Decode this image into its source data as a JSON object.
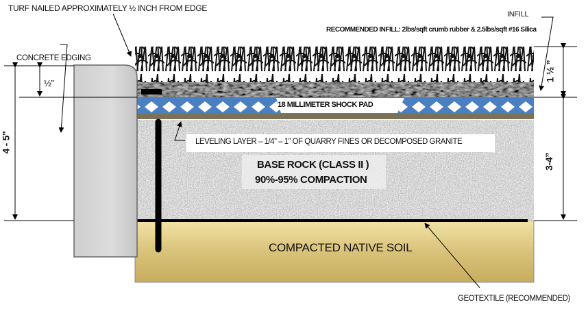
{
  "labels": {
    "turf_nailed": "TURF NAILED APPROXIMATELY ½ INCH FROM EDGE",
    "infill": "INFILL",
    "recommended_infill": "RECOMMENDED INFILL:  2lbs/sqft crumb rubber & 2.5lbs/sqft #16 Silica",
    "concrete_edging": "CONCRETE EDGING",
    "shock_pad": "18 MILLIMETER SHOCK PAD",
    "leveling_layer": "LEVELING LAYER – 1/4” – 1” OF QUARRY FINES OR DECOMPOSED GRANITE",
    "base_rock_line1": "BASE ROCK (CLASS II )",
    "base_rock_line2": "90%-95% COMPACTION",
    "native_soil": "COMPACTED NATIVE SOIL",
    "geotextile": "GEOTEXTILE (RECOMMENDED)"
  },
  "dimensions": {
    "edge_total": "4 - 5\"",
    "edge_offset": "½”",
    "turf_height": "1 ½ ”",
    "base_depth": "3-4”"
  },
  "colors": {
    "shock_pad": "#4a7fc1",
    "soil": "#d9c27a",
    "concrete": "#d4d4d4",
    "leveling": "#7a7256"
  }
}
